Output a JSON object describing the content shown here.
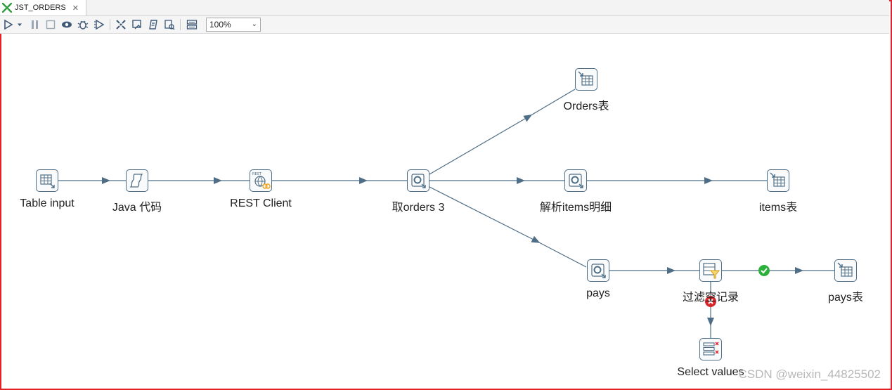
{
  "tab": {
    "title": "JST_ORDERS",
    "close": "✕"
  },
  "toolbar": {
    "zoom_value": "100%",
    "buttons": [
      "run-icon",
      "run-dropdown-icon",
      "pause-icon",
      "stop-icon",
      "preview-icon",
      "debug-icon",
      "replay-icon",
      "verify-icon",
      "impact-icon",
      "sql-icon",
      "explore-db-icon",
      "show-results-icon"
    ]
  },
  "steps": {
    "table_input": "Table input",
    "java": "Java 代码",
    "rest_client": "REST Client",
    "get_orders": "取orders 3",
    "orders_table": "Orders表",
    "parse_items": "解析items明细",
    "items_table": "items表",
    "pays": "pays",
    "filter": "过滤空记录",
    "pays_table": "pays表",
    "select_values": "Select values"
  },
  "colors": {
    "accent_border": "#e5202a",
    "hop": "#4e6d86",
    "ok": "#2bb039",
    "error": "#d9262c"
  },
  "watermark": "CSDN @weixin_44825502"
}
